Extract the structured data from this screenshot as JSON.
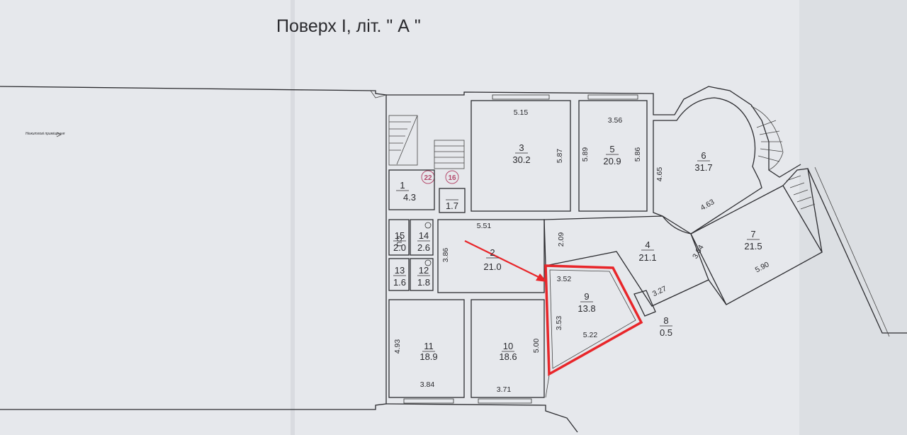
{
  "title": "Поверх І, літ. \" А \"",
  "signature": "Нежитлові приміщення",
  "highlight_color": "#e8262a",
  "rooms": [
    {
      "number": "1",
      "area": "4.3"
    },
    {
      "number": "2",
      "area": "21.0"
    },
    {
      "number": "3",
      "area": "30.2"
    },
    {
      "number": "4",
      "area": "21.1"
    },
    {
      "number": "5",
      "area": "20.9"
    },
    {
      "number": "6",
      "area": "31.7"
    },
    {
      "number": "7",
      "area": "21.5"
    },
    {
      "number": "8",
      "area": "0.5"
    },
    {
      "number": "9",
      "area": "13.8"
    },
    {
      "number": "10",
      "area": "18.6"
    },
    {
      "number": "11",
      "area": "18.9"
    },
    {
      "number": "12",
      "area": "1.8"
    },
    {
      "number": "13",
      "area": "1.6"
    },
    {
      "number": "14",
      "area": "2.6"
    },
    {
      "number": "15",
      "area": "2.0"
    },
    {
      "number": "",
      "area": "1.7"
    }
  ],
  "dimensions": [
    "5.15",
    "5.87",
    "3.56",
    "5.89",
    "5.86",
    "4.65",
    "4.63",
    "5.51",
    "3.86",
    "2.09",
    "3.64",
    "5.90",
    "3.52",
    "3.53",
    "5.22",
    "3.27",
    "4.93",
    "3.84",
    "5.00",
    "3.71"
  ],
  "circled_marks": [
    "22",
    "16"
  ]
}
